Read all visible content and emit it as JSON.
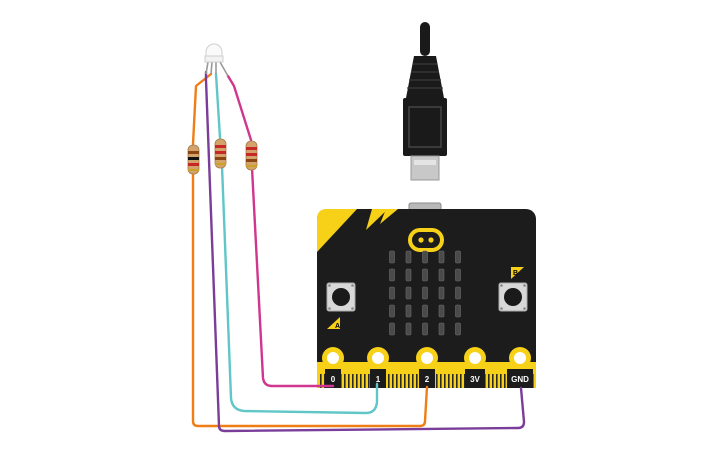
{
  "board": {
    "name": "micro:bit",
    "button_a_label": "A",
    "button_b_label": "B",
    "pins": [
      {
        "label": "0"
      },
      {
        "label": "1"
      },
      {
        "label": "2"
      },
      {
        "label": "3V"
      },
      {
        "label": "GND"
      }
    ]
  },
  "components": {
    "led": "rgb-led",
    "resistors": 3,
    "cable": "usb-cable"
  },
  "wires": [
    {
      "from": "led-lead-1",
      "to": "resistor-1",
      "color": "#f07e16"
    },
    {
      "from": "led-lead-2",
      "to": "resistor-2",
      "color": "#60c6c8"
    },
    {
      "from": "led-lead-3",
      "to": "resistor-3",
      "color": "#d1368f"
    },
    {
      "from": "led-lead-common",
      "to": "pin-GND",
      "color": "#7a3d9a"
    }
  ],
  "colors": {
    "board": "#1c1c1c",
    "accent": "#f7d117",
    "wire_orange": "#f07e16",
    "wire_cyan": "#60c6c8",
    "wire_magenta": "#d1368f",
    "wire_purple": "#7a3d9a"
  }
}
